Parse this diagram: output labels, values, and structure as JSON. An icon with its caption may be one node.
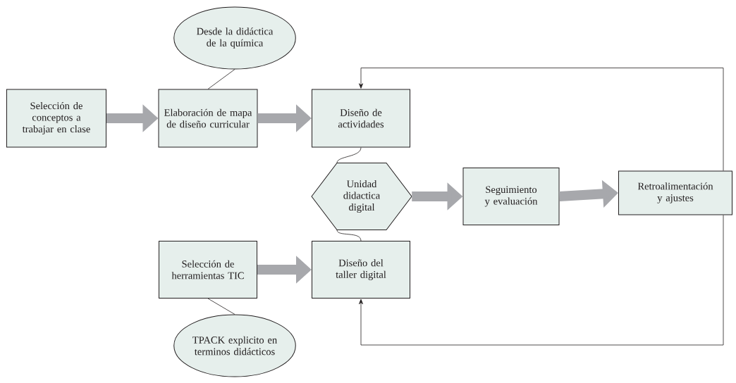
{
  "diagram": {
    "nodes": [
      {
        "text": [
          "Desde la didáctica de la química"
        ]
      },
      {
        "text": [
          "Selección de conceptos a trabajar en clase"
        ]
      },
      {
        "text": [
          "Elaboración de mapa de diseño curricular"
        ]
      },
      {
        "text": [
          "Diseño de actividades"
        ]
      },
      {
        "text": [
          "Unidad didactica digital"
        ]
      },
      {
        "text": [
          "Seguimiento y evaluación"
        ]
      },
      {
        "text": [
          "Retroalimentación y ajustes"
        ]
      },
      {
        "text": [
          "Selección de herramientas TIC"
        ]
      },
      {
        "text": [
          "Diseño del taller digital"
        ]
      },
      {
        "text": [
          "TPACK explicito en terminos didácticos"
        ]
      }
    ],
    "edges": [
      {
        "from": 0,
        "to": 2,
        "arrow": "none"
      },
      {
        "from": 1,
        "to": 2,
        "arrow": "to",
        "style": "thick",
        "color": "#a7a8ac"
      },
      {
        "from": 2,
        "to": 3,
        "arrow": "to",
        "style": "thick",
        "color": "#a7a8ac"
      },
      {
        "from": 3,
        "to": 4,
        "arrow": "none"
      },
      {
        "from": 4,
        "to": 8,
        "arrow": "none"
      },
      {
        "from": 4,
        "to": 5,
        "arrow": "to",
        "style": "thick",
        "color": "#a7a8ac"
      },
      {
        "from": 5,
        "to": 6,
        "arrow": "to",
        "style": "thick",
        "color": "#a7a8ac"
      },
      {
        "from": 6,
        "to": 3,
        "arrow": "to"
      },
      {
        "from": 6,
        "to": 8,
        "arrow": "to"
      },
      {
        "from": 7,
        "to": 8,
        "arrow": "to",
        "style": "thick",
        "color": "#a7a8ac"
      },
      {
        "from": 9,
        "to": 7,
        "arrow": "none"
      }
    ]
  }
}
